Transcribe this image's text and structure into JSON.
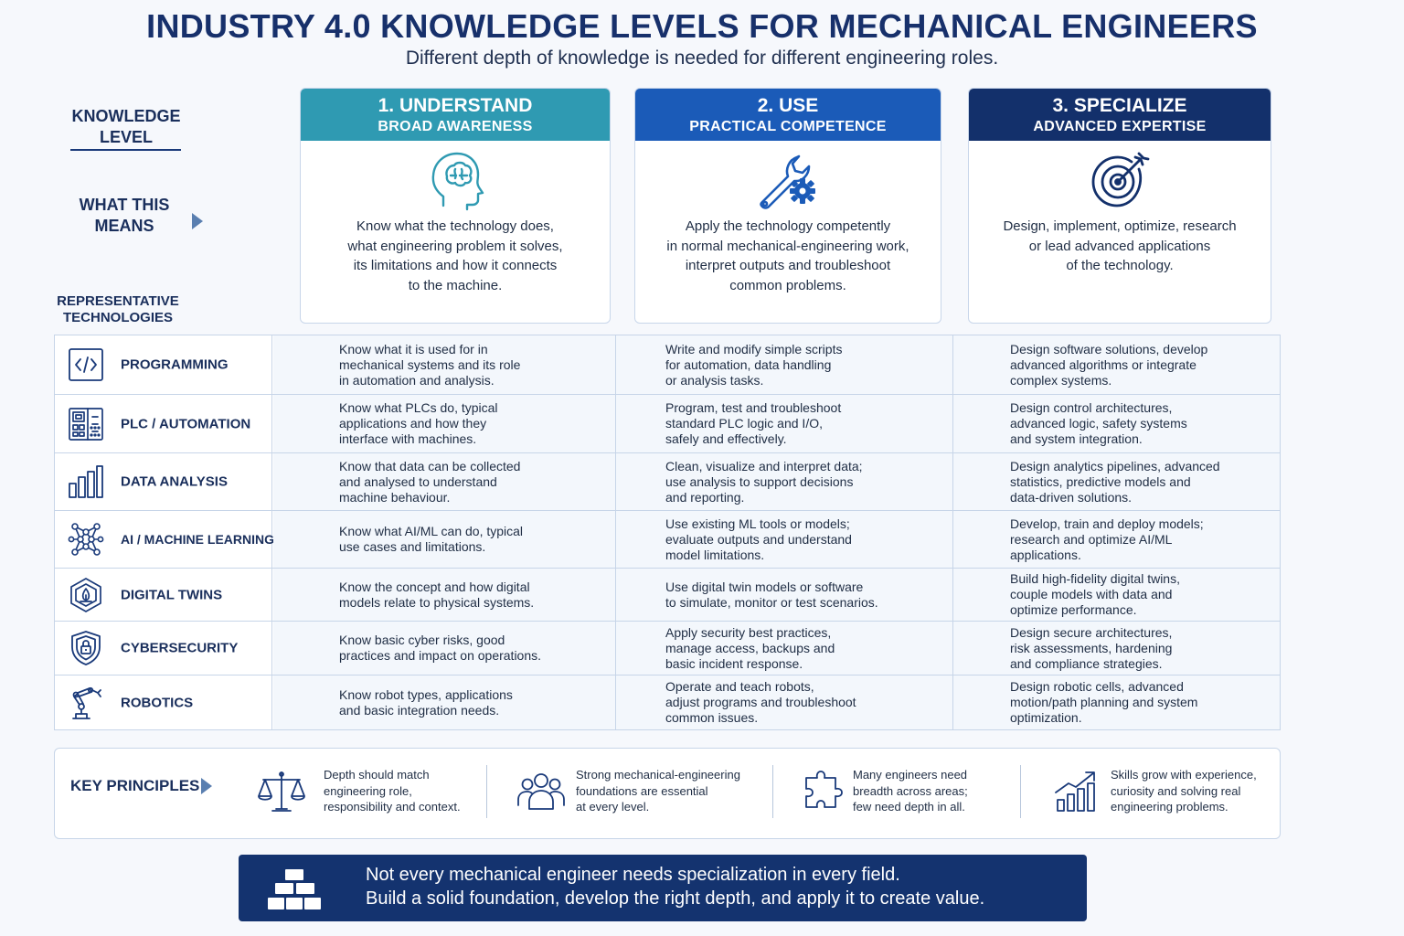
{
  "header": {
    "title": "INDUSTRY 4.0 KNOWLEDGE LEVELS FOR MECHANICAL ENGINEERS",
    "subtitle": "Different depth of knowledge is needed for different engineering roles."
  },
  "left_labels": {
    "knowledge_level": "KNOWLEDGE\nLEVEL",
    "what_this_means": "WHAT THIS\nMEANS",
    "representative_technologies": "REPRESENTATIVE\nTECHNOLOGIES"
  },
  "levels": [
    {
      "title": "1. UNDERSTAND",
      "subtitle": "BROAD AWARENESS",
      "description": "Know what the technology does,\nwhat engineering problem it solves,\nits limitations and how it connects\nto the machine.",
      "icon": "brain-head-icon",
      "color": "#2f9ab2"
    },
    {
      "title": "2. USE",
      "subtitle": "PRACTICAL COMPETENCE",
      "description": "Apply the technology competently\nin normal mechanical-engineering work,\ninterpret outputs and troubleshoot\ncommon problems.",
      "icon": "wrench-gear-icon",
      "color": "#1b5bb8"
    },
    {
      "title": "3. SPECIALIZE",
      "subtitle": "ADVANCED EXPERTISE",
      "description": "Design, implement, optimize, research\nor lead advanced applications\nof the technology.",
      "icon": "target-icon",
      "color": "#13306b"
    }
  ],
  "technologies": [
    {
      "name": "PROGRAMMING",
      "icon": "code-icon",
      "understand": "Know what it is used for in\nmechanical systems and its role\nin automation and analysis.",
      "use": "Write and modify simple scripts\nfor automation, data handling\nor analysis tasks.",
      "specialize": "Design software solutions, develop\nadvanced algorithms or integrate\ncomplex systems."
    },
    {
      "name": "PLC / AUTOMATION",
      "icon": "plc-icon",
      "understand": "Know what PLCs do, typical\napplications and how they\ninterface with machines.",
      "use": "Program, test and troubleshoot\nstandard PLC logic and I/O,\nsafely and effectively.",
      "specialize": "Design control architectures,\nadvanced logic, safety systems\nand system integration."
    },
    {
      "name": "DATA ANALYSIS",
      "icon": "bar-chart-icon",
      "understand": "Know that data can be collected\nand analysed to understand\nmachine behaviour.",
      "use": "Clean, visualize and interpret data;\nuse analysis to support decisions\nand reporting.",
      "specialize": "Design analytics pipelines, advanced\nstatistics, predictive models and\ndata-driven solutions."
    },
    {
      "name": "AI / MACHINE LEARNING",
      "icon": "neural-network-icon",
      "understand": "Know what AI/ML can do, typical\nuse cases and limitations.",
      "use": "Use existing ML tools or models;\nevaluate outputs and understand\nmodel limitations.",
      "specialize": "Develop, train and deploy models;\nresearch and optimize AI/ML\napplications."
    },
    {
      "name": "DIGITAL TWINS",
      "icon": "digital-twin-icon",
      "understand": "Know the concept and how digital\nmodels relate to physical systems.",
      "use": "Use digital twin models or software\nto simulate, monitor or test scenarios.",
      "specialize": "Build high-fidelity digital twins,\ncouple models with data and\noptimize performance."
    },
    {
      "name": "CYBERSECURITY",
      "icon": "shield-lock-icon",
      "understand": "Know basic cyber risks, good\npractices and impact on operations.",
      "use": "Apply security best practices,\nmanage access, backups and\nbasic incident response.",
      "specialize": "Design secure architectures,\nrisk assessments, hardening\nand compliance strategies."
    },
    {
      "name": "ROBOTICS",
      "icon": "robot-arm-icon",
      "understand": "Know robot types, applications\nand basic integration needs.",
      "use": "Operate and teach robots,\nadjust programs and troubleshoot\ncommon issues.",
      "specialize": "Design robotic cells, advanced\nmotion/path planning and system\noptimization."
    }
  ],
  "principles": {
    "label": "KEY PRINCIPLES",
    "items": [
      {
        "icon": "balance-scale-icon",
        "text": "Depth should match\nengineering role,\nresponsibility and context."
      },
      {
        "icon": "people-group-icon",
        "text": "Strong mechanical-engineering\nfoundations are essential\nat every level."
      },
      {
        "icon": "puzzle-icon",
        "text": "Many engineers need\nbreadth across areas;\nfew need depth in all."
      },
      {
        "icon": "growth-chart-icon",
        "text": "Skills grow with experience,\ncuriosity and solving real\nengineering problems."
      }
    ]
  },
  "banner": {
    "icon": "stacked-bricks-icon",
    "line1": "Not every mechanical engineer needs specialization in every field.",
    "line2": "Build a solid foundation, develop the right depth, and apply it to create value."
  },
  "colors": {
    "primary_navy": "#13306b",
    "title": "#17306b",
    "teal": "#2f9ab2",
    "blue": "#1b5bb8",
    "cell_bg": "#f3f7fc",
    "border": "#c7d5e8"
  }
}
